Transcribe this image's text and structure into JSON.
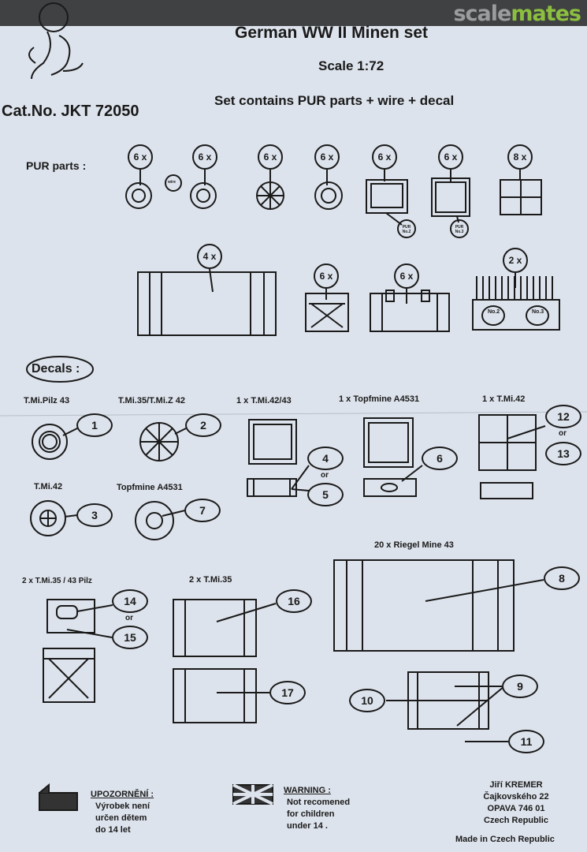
{
  "brand": {
    "part1": "scale",
    "part2": "mates"
  },
  "header": {
    "title": "German WW II Minen set",
    "scale": "Scale 1:72",
    "contents": "Set contains PUR parts + wire + decal",
    "catalog": "Cat.No. JKT 72050"
  },
  "pur": {
    "label": "PUR parts :",
    "quantities": [
      "6 x",
      "6 x",
      "6 x",
      "6 x",
      "6 x",
      "6 x",
      "8 x",
      "4 x",
      "6 x",
      "6 x",
      "2 x"
    ],
    "sub_labels": [
      "wire",
      "PUR No.2",
      "PUR No.3",
      "No.2",
      "No.3"
    ]
  },
  "decals": {
    "label": "Decals :",
    "headings": [
      "T.Mi.Pilz 43",
      "T.Mi.35/T.Mi.Z 42",
      "1 x T.Mi.42/43",
      "1 x Topfmine A4531",
      "1 x T.Mi.42",
      "T.Mi.42",
      "Topfmine A4531",
      "20 x Riegel Mine 43",
      "2 x T.Mi.35 / 43 Pilz",
      "2 x T.Mi.35"
    ],
    "numbers": [
      "1",
      "2",
      "3",
      "4",
      "5",
      "6",
      "7",
      "8",
      "9",
      "10",
      "11",
      "12",
      "13",
      "14",
      "15",
      "16",
      "17"
    ],
    "or": "or"
  },
  "footer": {
    "cz_title": "UPOZORNĚNÍ :",
    "cz_lines": [
      "Výrobek není",
      "určen dětem",
      "do 14 let"
    ],
    "en_title": "WARNING :",
    "en_lines": [
      "Not recomened",
      "for children",
      "under 14 ."
    ],
    "address": [
      "Jiří KREMER",
      "Čajkovského 22",
      "OPAVA   746 01",
      "Czech Republic"
    ],
    "made_in": "Made in Czech Republic"
  }
}
